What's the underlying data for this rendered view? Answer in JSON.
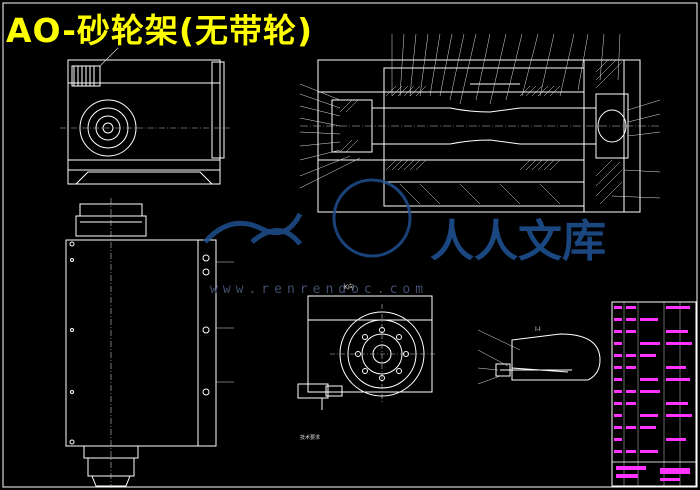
{
  "drawing": {
    "title": "AO-砂轮架(无带轮)",
    "watermark_text": "人人文库",
    "watermark_url": "www.renrendoc.com",
    "view_label": "K向",
    "section_label": "I-I",
    "note_label": "技术要求",
    "colors": {
      "background": "#000000",
      "outline": "#ffffff",
      "title": "#ffff00",
      "centerline": "#c8c8c8",
      "table_fill": "#ff33ff",
      "leader": "#e0e0e0",
      "watermark": "#1f4f8f"
    }
  }
}
